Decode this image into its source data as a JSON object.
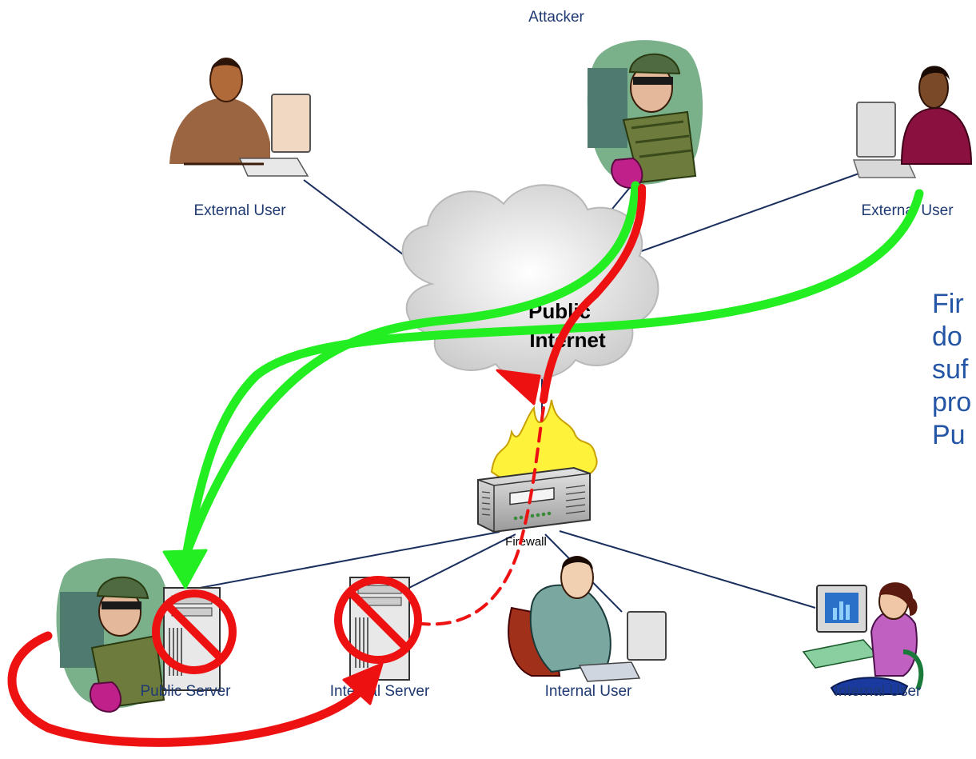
{
  "labels": {
    "attacker": "Attacker",
    "external_user_left": "External User",
    "external_user_right": "External User",
    "cloud_line1": "Public",
    "cloud_line2": "Internet",
    "firewall": "Firewall",
    "public_server": "Public Server",
    "internal_server": "Internal Server",
    "internal_user_1": "Internal User",
    "internal_user_2": "Internal User"
  },
  "side_text": {
    "line1": "Fir",
    "line2": "do",
    "line3": "suf",
    "line4": "pro",
    "line5": "Pu"
  },
  "colors": {
    "link_line": "#1a2f5e",
    "allowed_flow": "#22ee22",
    "attack_flow": "#ee1111",
    "blocked_symbol": "#ee1111",
    "text_blue": "#1f3a73",
    "side_text": "#2555a5"
  }
}
